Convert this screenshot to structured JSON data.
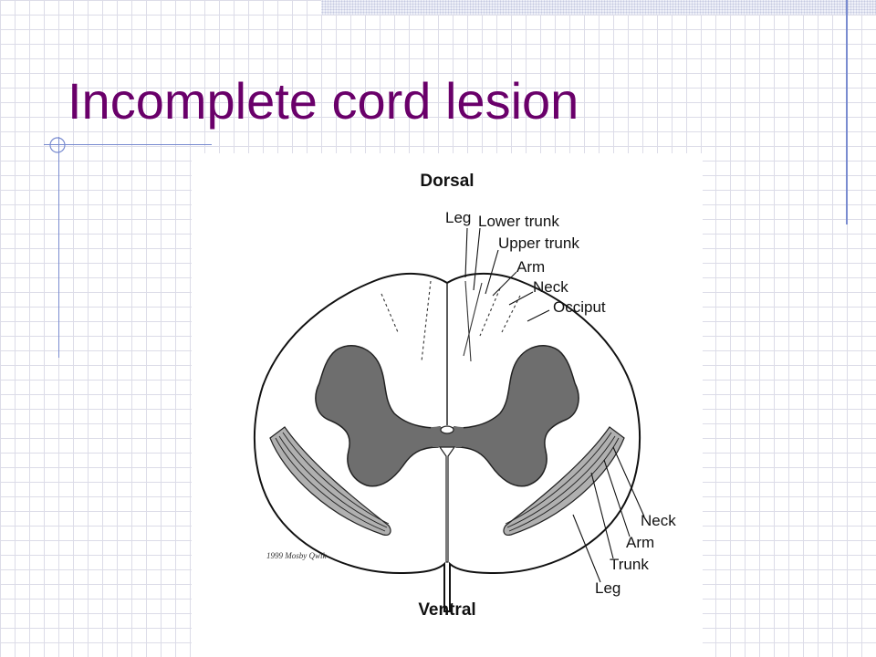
{
  "slide": {
    "title": "Incomplete cord lesion"
  },
  "diagram": {
    "top_label": "Dorsal",
    "bottom_label": "Ventral",
    "dorsal_column_labels": [
      "Leg",
      "Lower trunk",
      "Upper trunk",
      "Arm",
      "Neck",
      "Occiput"
    ],
    "lateral_tract_labels": [
      "Neck",
      "Arm",
      "Trunk",
      "Leg"
    ],
    "signature": "1999 Mosby Qwik"
  },
  "colors": {
    "title": "#6a006a",
    "accent_line": "#7a8cd0",
    "gray_matter": "#6e6e6e"
  }
}
